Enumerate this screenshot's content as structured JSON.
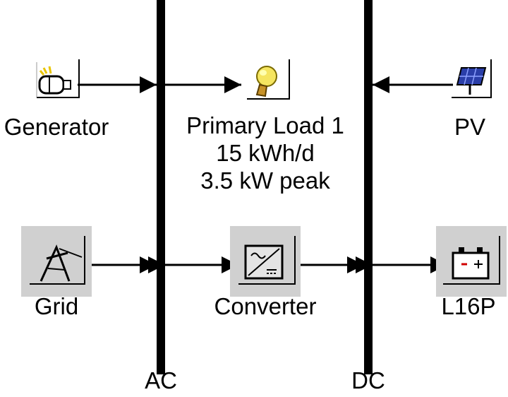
{
  "buses": {
    "ac": {
      "label": "AC"
    },
    "dc": {
      "label": "DC"
    }
  },
  "components": {
    "generator": {
      "label": "Generator",
      "icon": "generator-icon"
    },
    "primary_load": {
      "label": "Primary Load 1",
      "energy": "15 kWh/d",
      "peak": "3.5 kW peak",
      "icon": "light-bulb-icon"
    },
    "pv": {
      "label": "PV",
      "icon": "solar-panel-icon"
    },
    "grid": {
      "label": "Grid",
      "icon": "grid-tower-icon"
    },
    "converter": {
      "label": "Converter",
      "icon": "converter-icon"
    },
    "battery": {
      "label": "L16P",
      "icon": "battery-icon"
    }
  }
}
